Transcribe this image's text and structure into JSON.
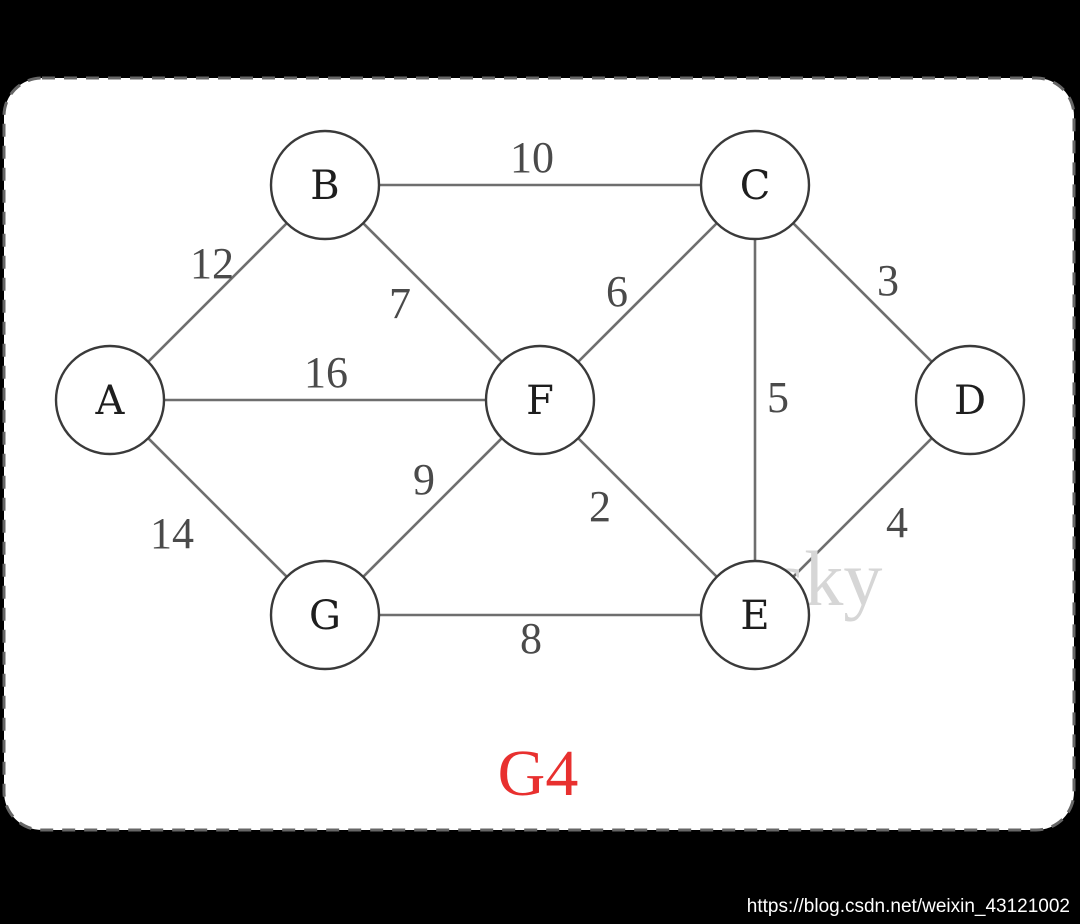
{
  "diagram": {
    "title": "G4",
    "watermark": "sky",
    "source_watermark": "https://blog.csdn.net/weixin_43121002",
    "nodes": [
      {
        "id": "A",
        "label": "A"
      },
      {
        "id": "B",
        "label": "B"
      },
      {
        "id": "C",
        "label": "C"
      },
      {
        "id": "D",
        "label": "D"
      },
      {
        "id": "E",
        "label": "E"
      },
      {
        "id": "F",
        "label": "F"
      },
      {
        "id": "G",
        "label": "G"
      }
    ],
    "edges": [
      {
        "from": "A",
        "to": "B",
        "weight": "12"
      },
      {
        "from": "A",
        "to": "F",
        "weight": "16"
      },
      {
        "from": "A",
        "to": "G",
        "weight": "14"
      },
      {
        "from": "B",
        "to": "C",
        "weight": "10"
      },
      {
        "from": "B",
        "to": "F",
        "weight": "7"
      },
      {
        "from": "C",
        "to": "F",
        "weight": "6"
      },
      {
        "from": "C",
        "to": "D",
        "weight": "3"
      },
      {
        "from": "C",
        "to": "E",
        "weight": "5"
      },
      {
        "from": "D",
        "to": "E",
        "weight": "4"
      },
      {
        "from": "F",
        "to": "G",
        "weight": "9"
      },
      {
        "from": "F",
        "to": "E",
        "weight": "2"
      },
      {
        "from": "G",
        "to": "E",
        "weight": "8"
      }
    ]
  },
  "colors": {
    "background": "#000000",
    "panel": "#ffffff",
    "border": "#666666",
    "title": "#e8302f",
    "source_watermark": "#ffffff"
  }
}
